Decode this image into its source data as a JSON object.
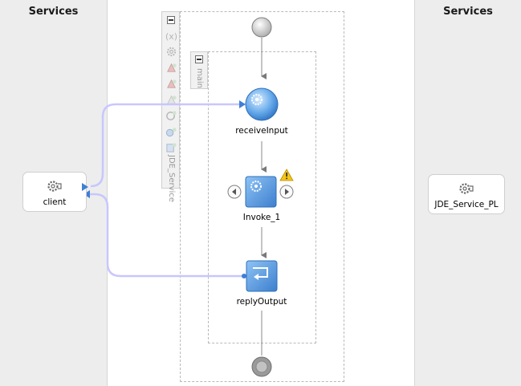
{
  "lanes": {
    "left_title": "Services",
    "right_title": "Services"
  },
  "palette": {
    "label": "JDE_Service",
    "icons": [
      "variable-icon",
      "gear-icon",
      "partnerlink-delete-icon",
      "partnerlink-add-icon",
      "partnerlink-remove-icon",
      "partnerlink-refresh-icon",
      "correlation-icon",
      "properties-icon"
    ]
  },
  "scope": {
    "label": "main"
  },
  "activities": {
    "receive": "receiveInput",
    "invoke": "Invoke_1",
    "reply": "replyOutput"
  },
  "services": {
    "client": "client",
    "jde": "JDE_Service_PL"
  },
  "colors": {
    "lane": "#ededed",
    "connector": "#c8c8ff",
    "activity_blue": "#4a90d9",
    "warning": "#f0c020"
  }
}
